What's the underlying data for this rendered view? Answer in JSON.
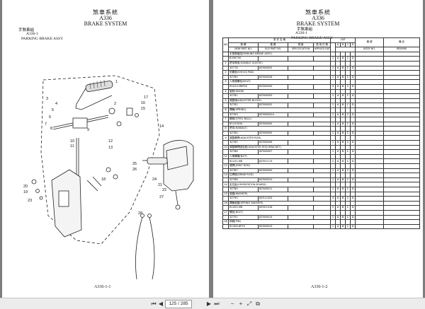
{
  "left_page": {
    "title": "煞車系統",
    "code": "A336",
    "title_en": "BRAKE SYSTEM",
    "sub_label_cn": "手煞車組",
    "sub_code": "A336-1",
    "sub_en": "PARKING BRAKE ASSY",
    "footer": "A336-1-1",
    "callouts": [
      "1",
      "2",
      "3",
      "4",
      "5",
      "6",
      "7",
      "8",
      "9",
      "10",
      "11",
      "12",
      "13",
      "14",
      "15",
      "16",
      "17",
      "18",
      "19",
      "20",
      "21",
      "22",
      "23",
      "24",
      "25",
      "26",
      "27",
      "28"
    ]
  },
  "right_page": {
    "title": "煞車系統",
    "code": "A336",
    "title_en": "BRAKE SYSTEM",
    "sub_label_cn": "手煞車組",
    "sub_code": "A336-1",
    "sub_en": "PARKING BRAKE ASSY",
    "footer": "A336-1-2",
    "headers": {
      "part_name_cn": "零 件 名 稱",
      "part_name_en": "PART NAME",
      "no": "NO.",
      "new_part_cn": "新 碼",
      "new_part_en": "NEW PART NO.",
      "old_part_cn": "舊 碼",
      "old_part_en": "OLD PART NO.",
      "spec_cn": "規 格",
      "spec_en": "SPECIFICATION",
      "applied_cn": "適 用 日 期",
      "applied_en": "APPLIED DATE",
      "cnt": "CNT",
      "body_no_cn": "機 號",
      "body_no_en": "BODY NO.",
      "remark_cn": "備 註",
      "remark_en": "REMARK",
      "model_codes": [
        "A",
        "B",
        "C",
        "D"
      ]
    },
    "rows": [
      {
        "no": "",
        "name": "手煞車總成(PARKING BRAKE ASSY)",
        "new": "",
        "old": "",
        "spec": "",
        "qty": "",
        "m": [
          "",
          "",
          "",
          ""
        ]
      },
      {
        "no": "",
        "name": "",
        "new": "B336790",
        "old": "",
        "spec": "",
        "qty": "1",
        "m": [
          "A",
          "B",
          "C",
          "D"
        ]
      },
      {
        "no": "1",
        "name": "把手橡皮(HANDLE SLEEVE)",
        "new": "",
        "old": "",
        "spec": "",
        "qty": "",
        "m": [
          "",
          "",
          "",
          ""
        ]
      },
      {
        "no": "",
        "name": "",
        "new": "3Z778",
        "old": "8Z506025",
        "spec": "",
        "qty": "1",
        "m": [
          "A",
          "B",
          "C",
          "D"
        ]
      },
      {
        "no": "2",
        "name": "防震墊(SHOCK PAD)",
        "new": "",
        "old": "",
        "spec": "",
        "qty": "",
        "m": [
          "",
          "",
          "",
          ""
        ]
      },
      {
        "no": "",
        "name": "",
        "new": "3Z780",
        "old": "8Z508026",
        "spec": "",
        "qty": "1",
        "m": [
          "A",
          "B",
          "C",
          "D"
        ]
      },
      {
        "no": "3",
        "name": "六角頭螺栓(BOLT)",
        "new": "",
        "old": "",
        "spec": "",
        "qty": "",
        "m": [
          "",
          "",
          "",
          ""
        ]
      },
      {
        "no": "",
        "name": "",
        "new": "B1A24-M8P20",
        "old": "8Z508200",
        "spec": "",
        "qty": "4",
        "m": [
          "A",
          "B",
          "C",
          "D"
        ]
      },
      {
        "no": "4",
        "name": "旋鈕(KNOB)",
        "new": "",
        "old": "",
        "spec": "",
        "qty": "",
        "m": [
          "",
          "",
          "",
          ""
        ]
      },
      {
        "no": "",
        "name": "",
        "new": "3Z781",
        "old": "8Z508003",
        "spec": "",
        "qty": "1",
        "m": [
          "A",
          "B",
          "C",
          "D"
        ]
      },
      {
        "no": "5",
        "name": "調整塊(ADJUSTER BLOCK)",
        "new": "",
        "old": "",
        "spec": "",
        "qty": "",
        "m": [
          "",
          "",
          "",
          ""
        ]
      },
      {
        "no": "",
        "name": "",
        "new": "3Z782",
        "old": "8Z508002",
        "spec": "",
        "qty": "1",
        "m": [
          "A",
          "B",
          "C",
          "D"
        ]
      },
      {
        "no": "6",
        "name": "彈簧(SPRING)",
        "new": "",
        "old": "",
        "spec": "",
        "qty": "",
        "m": [
          "",
          "",
          "",
          ""
        ]
      },
      {
        "no": "",
        "name": "",
        "new": "3Z783",
        "old": "8Z508002A",
        "spec": "",
        "qty": "1",
        "m": [
          "A",
          "B",
          "C",
          "D"
        ]
      },
      {
        "no": "7",
        "name": "鋼珠(STEEL BALL)",
        "new": "",
        "old": "",
        "spec": "",
        "qty": "",
        "m": [
          "",
          "",
          "",
          ""
        ]
      },
      {
        "no": "",
        "name": "",
        "new": "B1103034",
        "old": "8Z508004",
        "spec": "",
        "qty": "1",
        "m": [
          "A",
          "B",
          "C",
          "D"
        ]
      },
      {
        "no": "8",
        "name": "把手(HANDLE)",
        "new": "",
        "old": "",
        "spec": "",
        "qty": "",
        "m": [
          "",
          "",
          "",
          ""
        ]
      },
      {
        "no": "",
        "name": "",
        "new": "3Z784",
        "old": "8Z508005",
        "spec": "",
        "qty": "1",
        "m": [
          "A",
          "B",
          "C",
          "D"
        ]
      },
      {
        "no": "9",
        "name": "調整螺桿(ADJUSTER ROD)",
        "new": "",
        "old": "",
        "spec": "",
        "qty": "",
        "m": [
          "",
          "",
          "",
          ""
        ]
      },
      {
        "no": "",
        "name": "",
        "new": "3Z785",
        "old": "8Z508006",
        "spec": "",
        "qty": "1",
        "m": [
          "A",
          "B",
          "C",
          "D"
        ]
      },
      {
        "no": "10",
        "name": "調整螺桿固定座(ADJUSTER ROD BRACKET)",
        "new": "",
        "old": "",
        "spec": "",
        "qty": "",
        "m": [
          "",
          "",
          "",
          ""
        ]
      },
      {
        "no": "",
        "name": "",
        "new": "3Z786",
        "old": "8Z508007",
        "spec": "",
        "qty": "1",
        "m": [
          "A",
          "B",
          "C",
          "D"
        ]
      },
      {
        "no": "11",
        "name": "六角螺帽(NUT)",
        "new": "",
        "old": "",
        "spec": "",
        "qty": "",
        "m": [
          "",
          "",
          "",
          ""
        ]
      },
      {
        "no": "",
        "name": "",
        "new": "B1101-M8",
        "old": "8Z501113",
        "spec": "",
        "qty": "2",
        "m": [
          "A",
          "B",
          "C",
          "D"
        ]
      },
      {
        "no": "12",
        "name": "連桿(JOINT ROD)",
        "new": "",
        "old": "",
        "spec": "",
        "qty": "",
        "m": [
          "",
          "",
          "",
          ""
        ]
      },
      {
        "no": "",
        "name": "",
        "new": "3Z787",
        "old": "8Z508009",
        "spec": "",
        "qty": "1",
        "m": [
          "A",
          "B",
          "C",
          "D"
        ]
      },
      {
        "no": "13",
        "name": "拉桿座(DRAW ROD)",
        "new": "",
        "old": "",
        "spec": "",
        "qty": "",
        "m": [
          "",
          "",
          "",
          ""
        ]
      },
      {
        "no": "",
        "name": "",
        "new": "3Z788",
        "old": "8Z508010",
        "spec": "",
        "qty": "1",
        "m": [
          "A",
          "B",
          "C",
          "D"
        ]
      },
      {
        "no": "14",
        "name": "定位板(ORIENTATION BOARD)",
        "new": "",
        "old": "",
        "spec": "",
        "qty": "",
        "m": [
          "",
          "",
          "",
          ""
        ]
      },
      {
        "no": "",
        "name": "",
        "new": "3Z789",
        "old": "8Z508011",
        "spec": "",
        "qty": "1",
        "m": [
          "A",
          "B",
          "C",
          "D"
        ]
      },
      {
        "no": "15",
        "name": "墊圈(WASHER)",
        "new": "",
        "old": "",
        "spec": "",
        "qty": "",
        "m": [
          "",
          "",
          "",
          ""
        ]
      },
      {
        "no": "",
        "name": "",
        "new": "3Z790",
        "old": "8Z511053",
        "spec": "",
        "qty": "4",
        "m": [
          "A",
          "B",
          "C",
          "D"
        ]
      },
      {
        "no": "16",
        "name": "彈簧墊圈(SPRING WASHER)",
        "new": "",
        "old": "",
        "spec": "",
        "qty": "",
        "m": [
          "",
          "",
          "",
          ""
        ]
      },
      {
        "no": "",
        "name": "",
        "new": "B1005-M8",
        "old": "8Z501018",
        "spec": "",
        "qty": "5",
        "m": [
          "A",
          "B",
          "C",
          "D"
        ]
      },
      {
        "no": "17",
        "name": "螺栓(BOLT)",
        "new": "",
        "old": "",
        "spec": "",
        "qty": "",
        "m": [
          "",
          "",
          "",
          ""
        ]
      },
      {
        "no": "",
        "name": "",
        "new": "3Z791",
        "old": "8Z508014",
        "spec": "",
        "qty": "1",
        "m": [
          "A",
          "B",
          "C",
          "D"
        ]
      },
      {
        "no": "18",
        "name": "梢銷(PIN)",
        "new": "",
        "old": "",
        "spec": "",
        "qty": "",
        "m": [
          "",
          "",
          "",
          ""
        ]
      },
      {
        "no": "",
        "name": "",
        "new": "B1306-6P15",
        "old": "8Z508013",
        "spec": "",
        "qty": "1",
        "m": [
          "A",
          "B",
          "C",
          "D"
        ]
      }
    ]
  },
  "toolbar": {
    "current_page": "125 / 285",
    "page_total": "",
    "buttons": [
      "first-page",
      "prev-page",
      "next-page",
      "last-page",
      "zoom-out",
      "zoom-in",
      "fit",
      "thumbnails"
    ],
    "glyphs": {
      "first": "⏮",
      "prev": "◀",
      "next": "▶",
      "last": "⏭",
      "zoomout": "−",
      "zoomin": "+",
      "fit": "⤢",
      "thumbs": "⧉"
    }
  }
}
